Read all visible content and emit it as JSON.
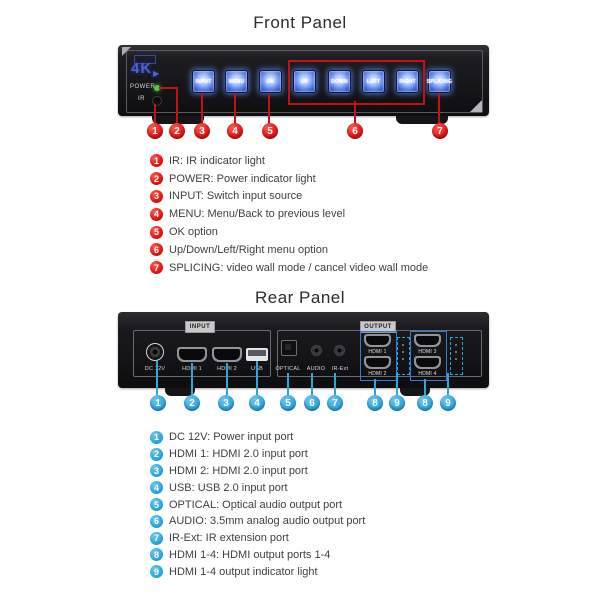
{
  "front_panel": {
    "title": "Front Panel",
    "logo_text": "4K",
    "logo_play_icon": "▶",
    "power_label": "POWER",
    "ir_label": "IR",
    "buttons": [
      "INPUT",
      "MENU",
      "OK",
      "UP",
      "DOWN",
      "LEFT",
      "RIGHT",
      "SPLICING"
    ],
    "callout_numbers": [
      "1",
      "2",
      "3",
      "4",
      "5",
      "6",
      "7"
    ],
    "legend": [
      {
        "n": "1",
        "text": "IR: IR indicator light"
      },
      {
        "n": "2",
        "text": "POWER: Power indicator light"
      },
      {
        "n": "3",
        "text": "INPUT: Switch input source"
      },
      {
        "n": "4",
        "text": "MENU: Menu/Back to previous level"
      },
      {
        "n": "5",
        "text": "OK option"
      },
      {
        "n": "6",
        "text": "Up/Down/Left/Right menu option"
      },
      {
        "n": "7",
        "text": "SPLICING: video wall mode / cancel video wall mode"
      }
    ]
  },
  "rear_panel": {
    "title": "Rear Panel",
    "input_section_label": "INPUT",
    "output_section_label": "OUTPUT",
    "port_labels": [
      "DC 12V",
      "HDMI 1",
      "HDMI 2",
      "USB",
      "OPTICAL",
      "AUDIO",
      "IR-Ext"
    ],
    "output_labels": [
      "HDMI 1",
      "HDMI 2",
      "HDMI 3",
      "HDMI 4"
    ],
    "callout_numbers": [
      "1",
      "2",
      "3",
      "4",
      "5",
      "6",
      "7",
      "8",
      "9",
      "8",
      "9"
    ],
    "legend": [
      {
        "n": "1",
        "text": "DC 12V: Power input port"
      },
      {
        "n": "2",
        "text": "HDMI 1: HDMI 2.0 input port"
      },
      {
        "n": "3",
        "text": "HDMI 2: HDMI 2.0 input port"
      },
      {
        "n": "4",
        "text": "USB: USB 2.0 input port"
      },
      {
        "n": "5",
        "text": "OPTICAL: Optical audio output port"
      },
      {
        "n": "6",
        "text": "AUDIO: 3.5mm analog audio output port"
      },
      {
        "n": "7",
        "text": "IR-Ext: IR extension port"
      },
      {
        "n": "8",
        "text": "HDMI 1-4: HDMI output ports 1-4"
      },
      {
        "n": "9",
        "text": "HDMI 1-4 output indicator light"
      }
    ]
  },
  "colors": {
    "front_accent_red": "#e01515",
    "rear_accent_blue": "#2ea6dc",
    "button_glow_blue": "#7fa8f5",
    "logo_blue": "#4b61d6",
    "power_led_green": "#4fc83c"
  }
}
